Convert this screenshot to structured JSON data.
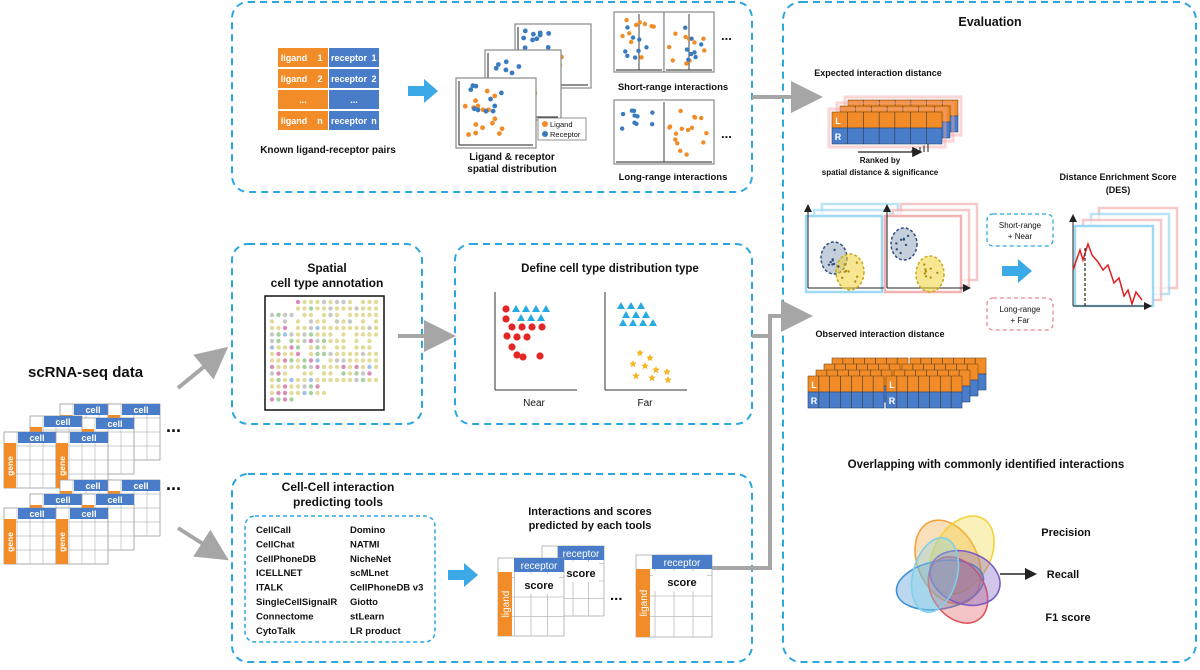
{
  "colors": {
    "orange": "#F28C28",
    "blue": "#4A7DC9",
    "dash": "#2AA7DF",
    "arrow_blue": "#3BA9E6",
    "gray_arrow": "#A6A6A6",
    "red_line": "#E02020"
  },
  "left": {
    "title": "scRNA-seq data",
    "cell_label": "cell",
    "gene_label": "gene",
    "ellipsis": "..."
  },
  "top_panel": {
    "table": {
      "rows": [
        {
          "ligand": "ligand",
          "lnum": "1",
          "receptor": "receptor",
          "rnum": "1"
        },
        {
          "ligand": "ligand",
          "lnum": "2",
          "receptor": "receptor",
          "rnum": "2"
        },
        {
          "ligand": "...",
          "lnum": "",
          "receptor": "...",
          "rnum": ""
        },
        {
          "ligand": "ligand",
          "lnum": "n",
          "receptor": "receptor",
          "rnum": "n"
        }
      ]
    },
    "known_pairs_label": "Known ligand-receptor pairs",
    "spatial_label_1": "Ligand & receptor",
    "spatial_label_2": "spatial distribution",
    "legend_ligand": "Ligand",
    "legend_receptor": "Receptor",
    "short_range_label": "Short-range interactions",
    "long_range_label": "Long-range interactions",
    "ellipsis": "..."
  },
  "spatial_panel": {
    "title_1": "Spatial",
    "title_2": "cell type annotation"
  },
  "distribution_panel": {
    "title": "Define cell type distribution type",
    "near_label": "Near",
    "far_label": "Far"
  },
  "tools_panel": {
    "title_1": "Cell-Cell interaction",
    "title_2": "predicting tools",
    "tools_left": [
      "CellCall",
      "CellChat",
      "CellPhoneDB",
      "ICELLNET",
      "ITALK",
      "SingleCellSignalR",
      "Connectome",
      "CytoTalk"
    ],
    "tools_right": [
      "Domino",
      "NATMI",
      "NicheNet",
      "scMLnet",
      "CellPhoneDB v3",
      "Giotto",
      "stLearn",
      "LR product"
    ],
    "scores_title_1": "Interactions and  scores",
    "scores_title_2": "predicted by each tools",
    "receptor_label": "receptor",
    "ligand_label": "ligand",
    "score_label": "score",
    "ellipsis": "..."
  },
  "evaluation": {
    "title": "Evaluation",
    "expected_label": "Expected interaction distance",
    "L": "L",
    "R": "R",
    "ranked_label_1": "Ranked by",
    "ranked_label_2": "spatial distance & significance",
    "des_label_1": "Distance Enrichment Score",
    "des_label_2": "(DES)",
    "short_near_1": "Short-range",
    "short_near_2": "+ Near",
    "long_far_1": "Long-range",
    "long_far_2": "+ Far",
    "observed_label": "Observed interaction distance",
    "overlap_label": "Overlapping with commonly identified interactions",
    "precision": "Precision",
    "recall": "Recall",
    "f1": "F1 score"
  }
}
